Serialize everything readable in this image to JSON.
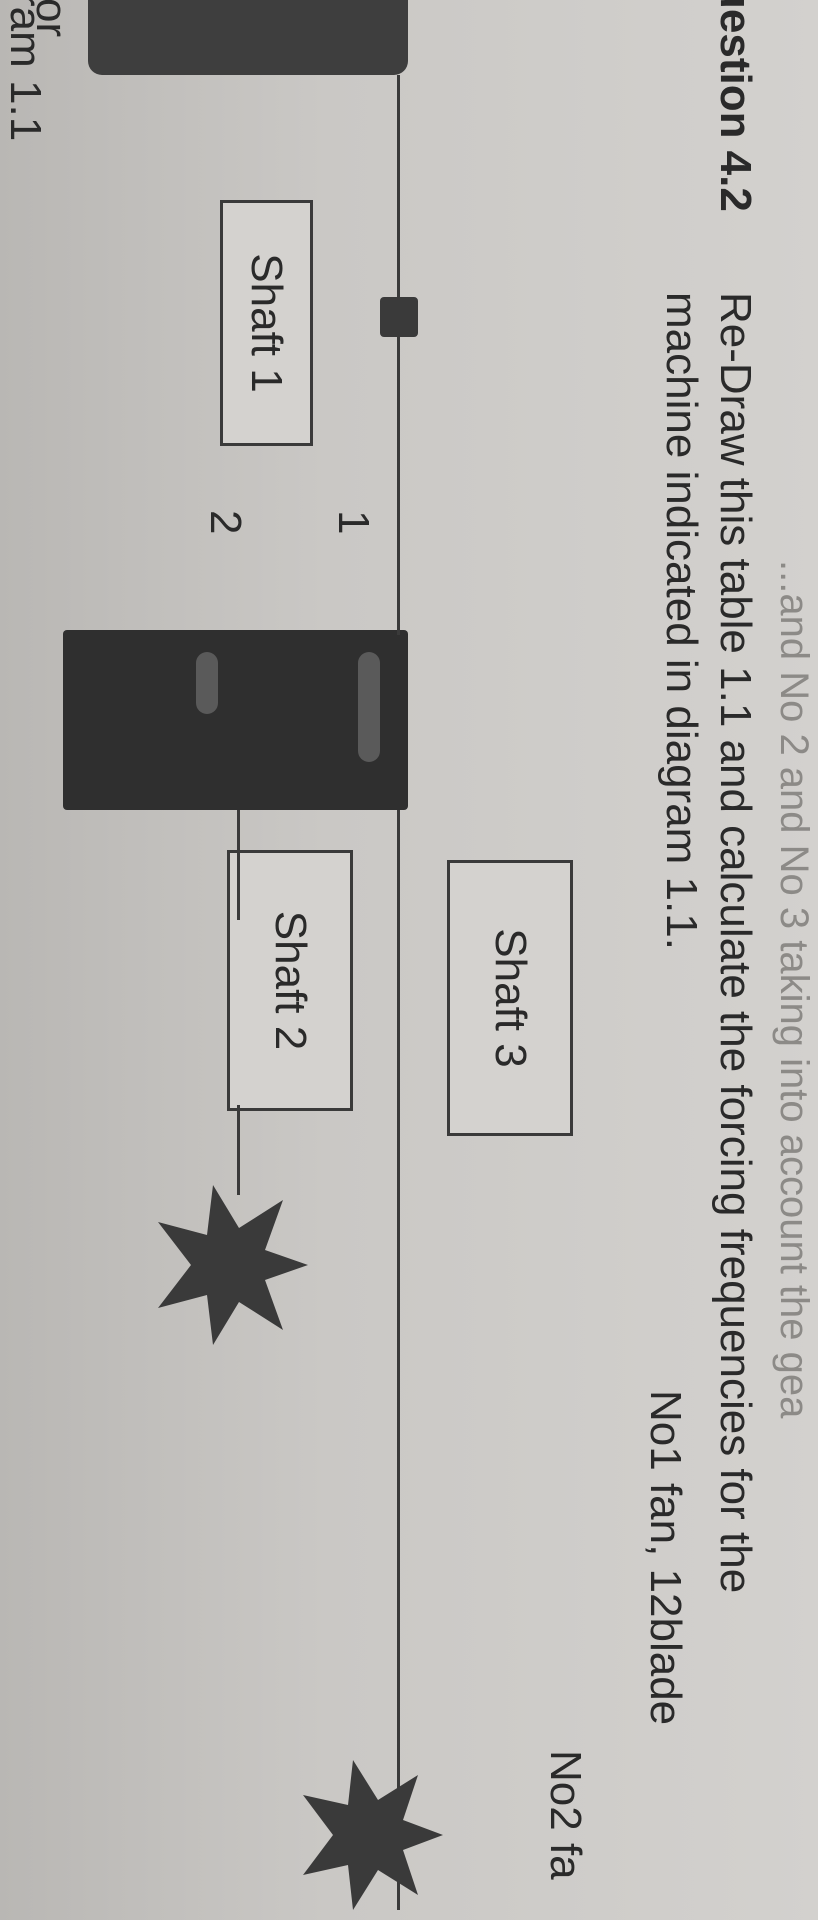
{
  "header": {
    "faint_top_line": "...and No 2 and No 3 taking into account the gea",
    "question_label": "uestion 4.2",
    "instruction_line1": "Re-Draw this table 1.1 and calculate the forcing frequencies for the",
    "instruction_line2": "machine indicated in diagram 1.1."
  },
  "diagram": {
    "motor_label_partial": "or",
    "caption_partial": "ram 1.1",
    "shaft1_label": "Shaft 1",
    "shaft2_label": "Shaft 2",
    "shaft3_label": "Shaft 3",
    "gear_number_1": "1",
    "gear_number_2": "2",
    "fan1_label": "No1 fan, 12blade",
    "fan2_label_partial": "No2 fa"
  },
  "colors": {
    "paper": "#cac8c5",
    "ink": "#2a2a2a",
    "dark_component": "#2f2f2f"
  }
}
